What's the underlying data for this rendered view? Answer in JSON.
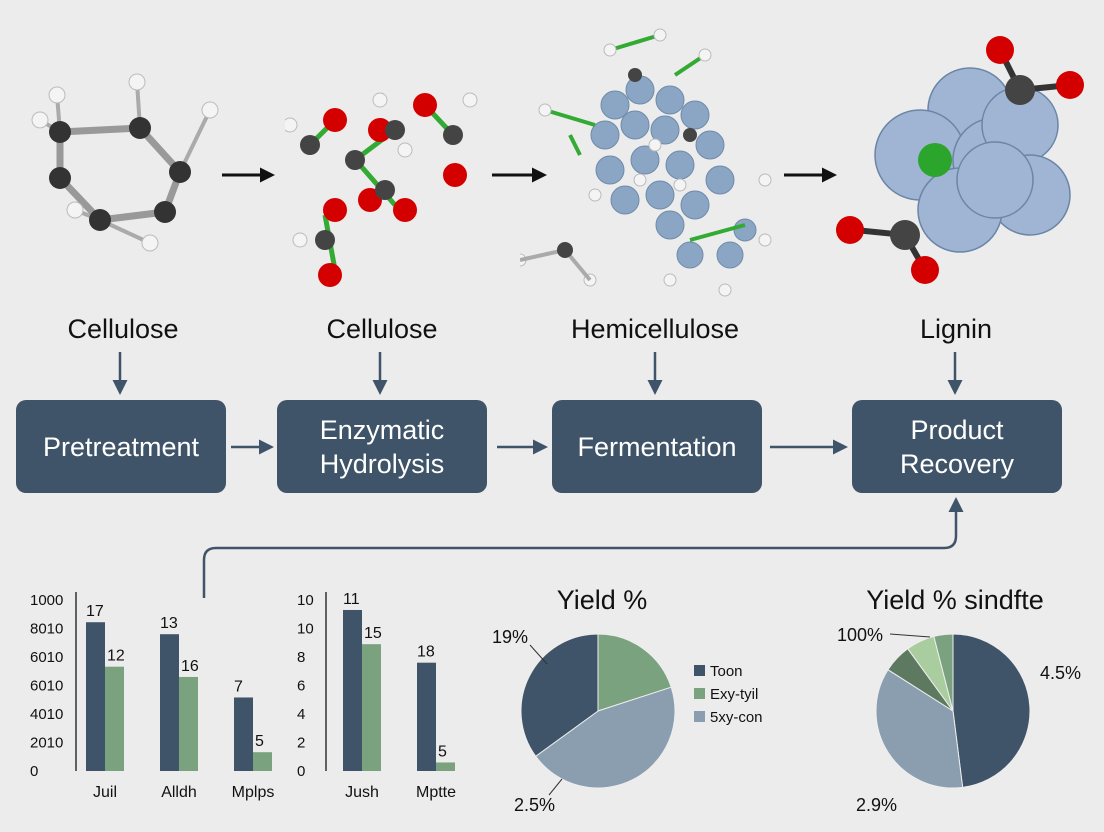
{
  "molecules": [
    {
      "label": "Cellulose"
    },
    {
      "label": "Cellulose"
    },
    {
      "label": "Hemicellulose"
    },
    {
      "label": "Lignin"
    }
  ],
  "stages": [
    {
      "label": "Pretreatment"
    },
    {
      "label": "Enzymatic Hydrolysis"
    },
    {
      "label": "Fermentation"
    },
    {
      "label": "Product Recovery"
    }
  ],
  "colors": {
    "box": "#3f5468",
    "arrow": "#3f5468",
    "bar_dark": "#3f5468",
    "bar_green": "#7aa27f",
    "pie_dark": "#3f5468",
    "pie_green": "#7aa27f",
    "pie_light": "#8a9eb0",
    "pie_pale": "#a9cd9e"
  },
  "chart_data": [
    {
      "type": "bar",
      "yticks": [
        "1000",
        "8010",
        "6010",
        "6010",
        "4010",
        "2010",
        "0"
      ],
      "ylim": [
        0,
        1000
      ],
      "categories": [
        "Juil",
        "Alldh",
        "Mplps"
      ],
      "series": [
        {
          "values": [
            870,
            800,
            430
          ],
          "labels": [
            "17",
            "13",
            "7"
          ]
        },
        {
          "values": [
            610,
            550,
            110
          ],
          "labels": [
            "12",
            "16",
            "5"
          ]
        }
      ]
    },
    {
      "type": "bar",
      "yticks": [
        "10",
        "10",
        "8",
        "6",
        "4",
        "2",
        "0"
      ],
      "ylim": [
        0,
        12
      ],
      "categories": [
        "Jush",
        "Mptte"
      ],
      "series": [
        {
          "values": [
            11.3,
            7.6
          ],
          "labels": [
            "11",
            "18"
          ]
        },
        {
          "values": [
            8.9,
            0.6
          ],
          "labels": [
            "15",
            "5"
          ]
        }
      ]
    },
    {
      "type": "pie",
      "title": "Yield %",
      "slices": [
        {
          "value": 20,
          "color": "#7aa27f"
        },
        {
          "value": 45,
          "color": "#8a9eb0"
        },
        {
          "value": 35,
          "color": "#3f5468"
        }
      ],
      "annotations": [
        "19%",
        "2.5%"
      ],
      "legend": [
        {
          "label": "Toon",
          "color": "#3f5468"
        },
        {
          "label": "Exy-tyil",
          "color": "#7aa27f"
        },
        {
          "label": "5xy-con",
          "color": "#8a9eb0"
        }
      ]
    },
    {
      "type": "pie",
      "title": "Yield % sindfte",
      "slices": [
        {
          "value": 48,
          "color": "#3f5468"
        },
        {
          "value": 36,
          "color": "#8a9eb0"
        },
        {
          "value": 6,
          "color": "#5d7a60"
        },
        {
          "value": 6,
          "color": "#a9cd9e"
        },
        {
          "value": 4,
          "color": "#7aa27f"
        }
      ],
      "annotations": [
        "100%",
        "4.5%",
        "2.9%"
      ]
    }
  ]
}
